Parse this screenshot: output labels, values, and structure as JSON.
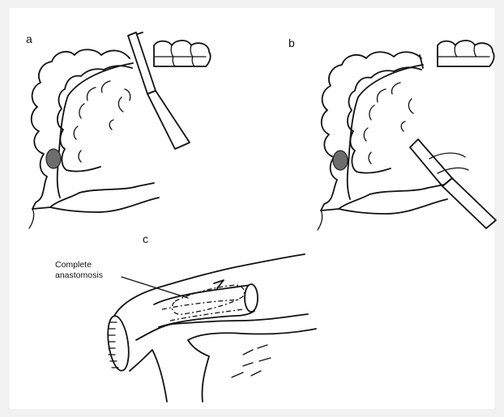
{
  "panels": {
    "a": {
      "label": "a"
    },
    "b": {
      "label": "b"
    },
    "c": {
      "label": "c"
    }
  },
  "annotation": {
    "line1": "Complete",
    "line2": "anastomosis"
  }
}
